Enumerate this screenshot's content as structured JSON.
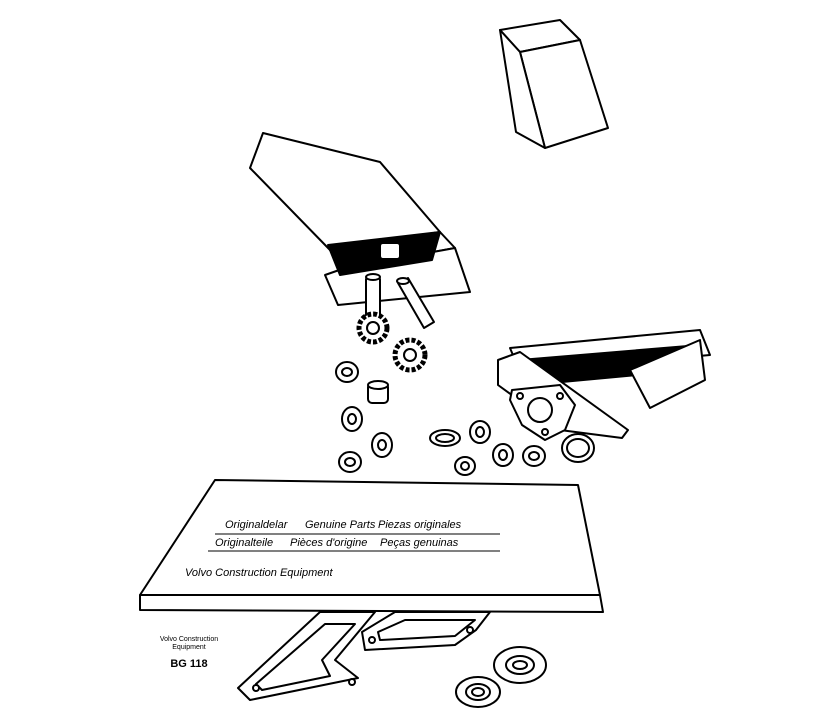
{
  "board": {
    "line1": [
      "Originaldelar",
      "Genuine Parts",
      "Piezas originales"
    ],
    "line2": [
      "Originalteile",
      "Pièces d'origine",
      "Peças genuinas"
    ],
    "brand": "Volvo Construction Equipment"
  },
  "caption": {
    "company_line1": "Volvo Construction",
    "company_line2": "Equipment",
    "code": "BG 118"
  }
}
